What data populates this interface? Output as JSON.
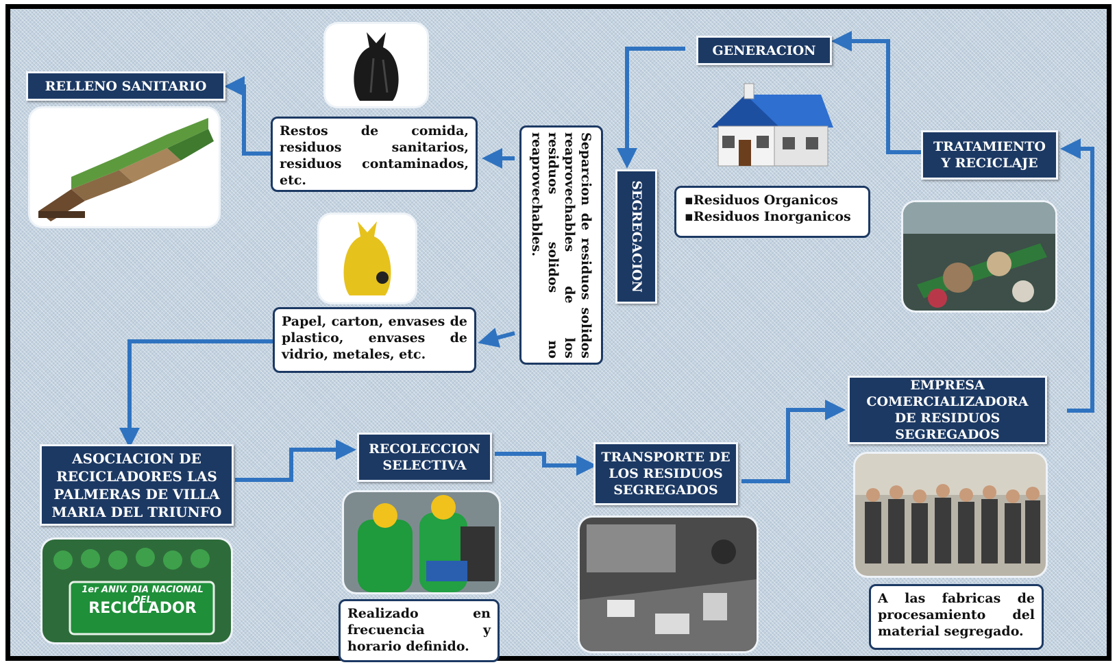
{
  "nodes": {
    "generacion": "GENERACION",
    "relleno": "RELLENO SANITARIO",
    "segregacion": "SEGREGACION",
    "tratamiento": "TRATAMIENTO Y RECICLAJE",
    "asociacion": "ASOCIACION DE RECICLADORES LAS PALMERAS DE VILLA MARIA DEL TRIUNFO",
    "recoleccion": "RECOLECCION SELECTIVA",
    "transporte": "TRANSPORTE DE LOS RESIDUOS SEGREGADOS",
    "empresa": "EMPRESA COMERCIALIZADORA DE RESIDUOS SEGREGADOS"
  },
  "texts": {
    "restos": "Restos de comida, residuos sanitarios, residuos contaminados, etc.",
    "papel": "Papel, carton, envases de plastico, envases de vidrio, metales, etc.",
    "separacion": "Separcion de residuos solidos reaprovechables de los residuos solidos no reaprovechables.",
    "residuos_list": [
      "Residuos Organicos",
      "Residuos Inorganicos"
    ],
    "realizado": "Realizado en frecuencia y horario definido.",
    "fabricas": "A las fabricas de procesamiento del material segregado."
  },
  "images": {
    "banner_line1": "1er ANIV. DIA NACIONAL DEL",
    "banner_line2": "RECICLADOR"
  },
  "colors": {
    "node_fill": "#1c3963",
    "arrow": "#2f73c0",
    "background": "#c4d3e0"
  }
}
